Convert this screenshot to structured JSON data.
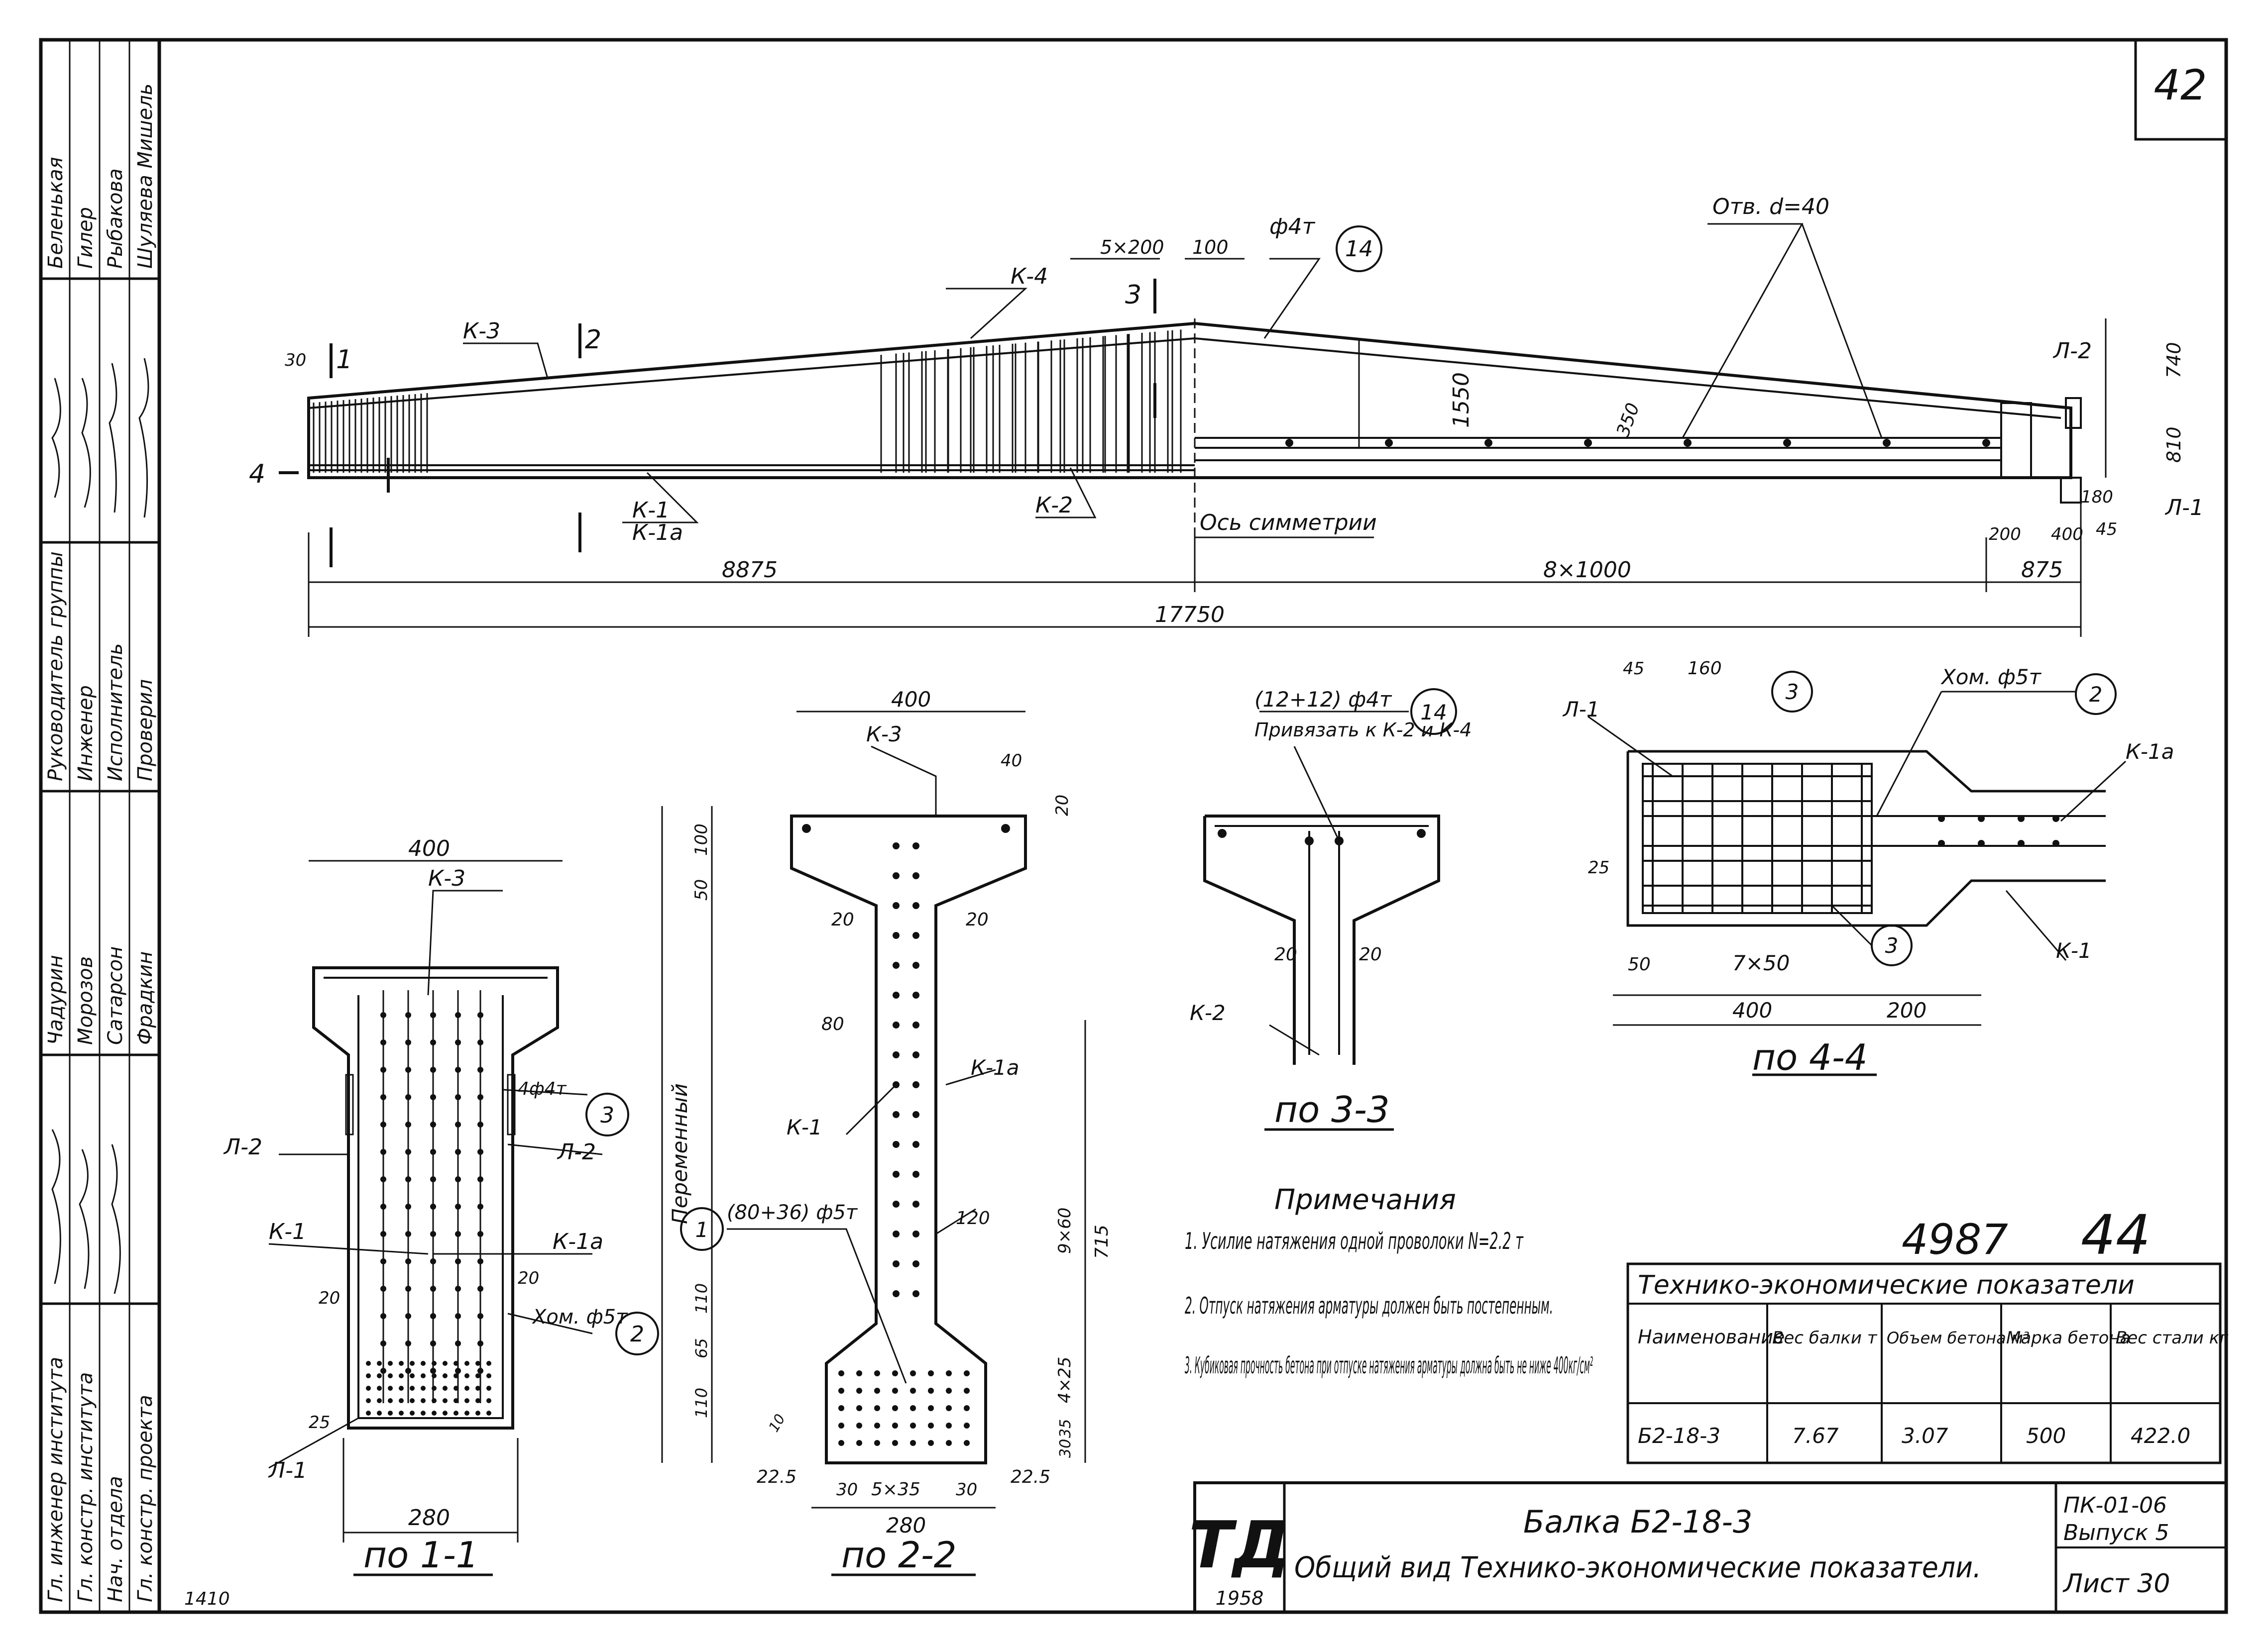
{
  "sheet_number": "42",
  "title_block": {
    "logo": "ТД",
    "year": "1958",
    "title": "Балка Б2-18-3",
    "subtitle": "Общий вид Технико-экономические показатели.",
    "series": "ПК-01-06",
    "issue": "Выпуск 5",
    "sheet": "Лист 30",
    "stamp": "4987",
    "stamp2": "44",
    "inventory": "1410"
  },
  "left_stamp": {
    "roles": [
      "Гл. инженер института",
      "Гл. констр. института",
      "Нач. отдела",
      "Гл. констр. проекта",
      "Руководитель группы",
      "Инженер",
      "Исполнитель",
      "Проверил"
    ],
    "names": [
      "Беленькая",
      "Гилер",
      "Рыбакова",
      "Шуляева Мишель",
      "Чадурин",
      "Морозов",
      "Сатарсон",
      "Фрадкин"
    ]
  },
  "elevation": {
    "labels": [
      "К-3",
      "К-4",
      "К-1",
      "К-1а",
      "К-2",
      "Л-2",
      "Л-1",
      "5×200",
      "100",
      "ф4т",
      "14",
      "Отв. d=40",
      "Ось симметрии",
      "1550",
      "350",
      "740",
      "810",
      "180",
      "200",
      "400",
      "45",
      "30",
      "1",
      "2",
      "3",
      "4"
    ],
    "dims": [
      "8875",
      "8×1000",
      "875",
      "17750"
    ]
  },
  "section_1": {
    "caption": "по 1-1",
    "labels": [
      "К-3",
      "Л-2",
      "Л-2",
      "К-1",
      "К-1а",
      "Л-1",
      "4ф4т",
      "3",
      "Хом. ф5т",
      "2",
      "20",
      "20",
      "25"
    ],
    "dims": [
      "400",
      "280"
    ]
  },
  "section_2": {
    "caption": "по 2-2",
    "labels": [
      "К-3",
      "К-1",
      "К-1а",
      "(80+36) ф5т",
      "1",
      "Переменный",
      "40",
      "20",
      "100",
      "50",
      "20",
      "20",
      "80",
      "120",
      "9×60",
      "4×25",
      "35",
      "30",
      "715",
      "110",
      "65",
      "110",
      "10"
    ],
    "dims": [
      "400",
      "22.5",
      "30",
      "5×35",
      "30",
      "22.5",
      "280"
    ]
  },
  "section_3": {
    "caption": "по 3-3",
    "labels": [
      "(12+12) ф4т",
      "Привязать к К-2 и К-4",
      "14",
      "20",
      "20",
      "К-2"
    ]
  },
  "section_4": {
    "caption": "по 4-4",
    "labels": [
      "Л-1",
      "45",
      "160",
      "3",
      "Хом. ф5т",
      "2",
      "К-1а",
      "25",
      "50",
      "7×50",
      "3",
      "К-1"
    ],
    "dims": [
      "400",
      "200"
    ]
  },
  "notes": {
    "heading": "Примечания",
    "items": [
      "1. Усилие натяжения одной проволоки N=2.2 т",
      "2. Отпуск натяжения арматуры должен быть постепенным.",
      "3. Кубиковая прочность бетона при отпуске натяжения арматуры должна быть не ниже 400кг/см²"
    ]
  },
  "tech_table": {
    "title": "Технико-экономические показатели",
    "headers": [
      "Наименование",
      "Вес балки т",
      "Объем бетона м³",
      "Марка бетона",
      "Вес стали кг"
    ],
    "row": [
      "Б2-18-3",
      "7.67",
      "3.07",
      "500",
      "422.0"
    ]
  }
}
